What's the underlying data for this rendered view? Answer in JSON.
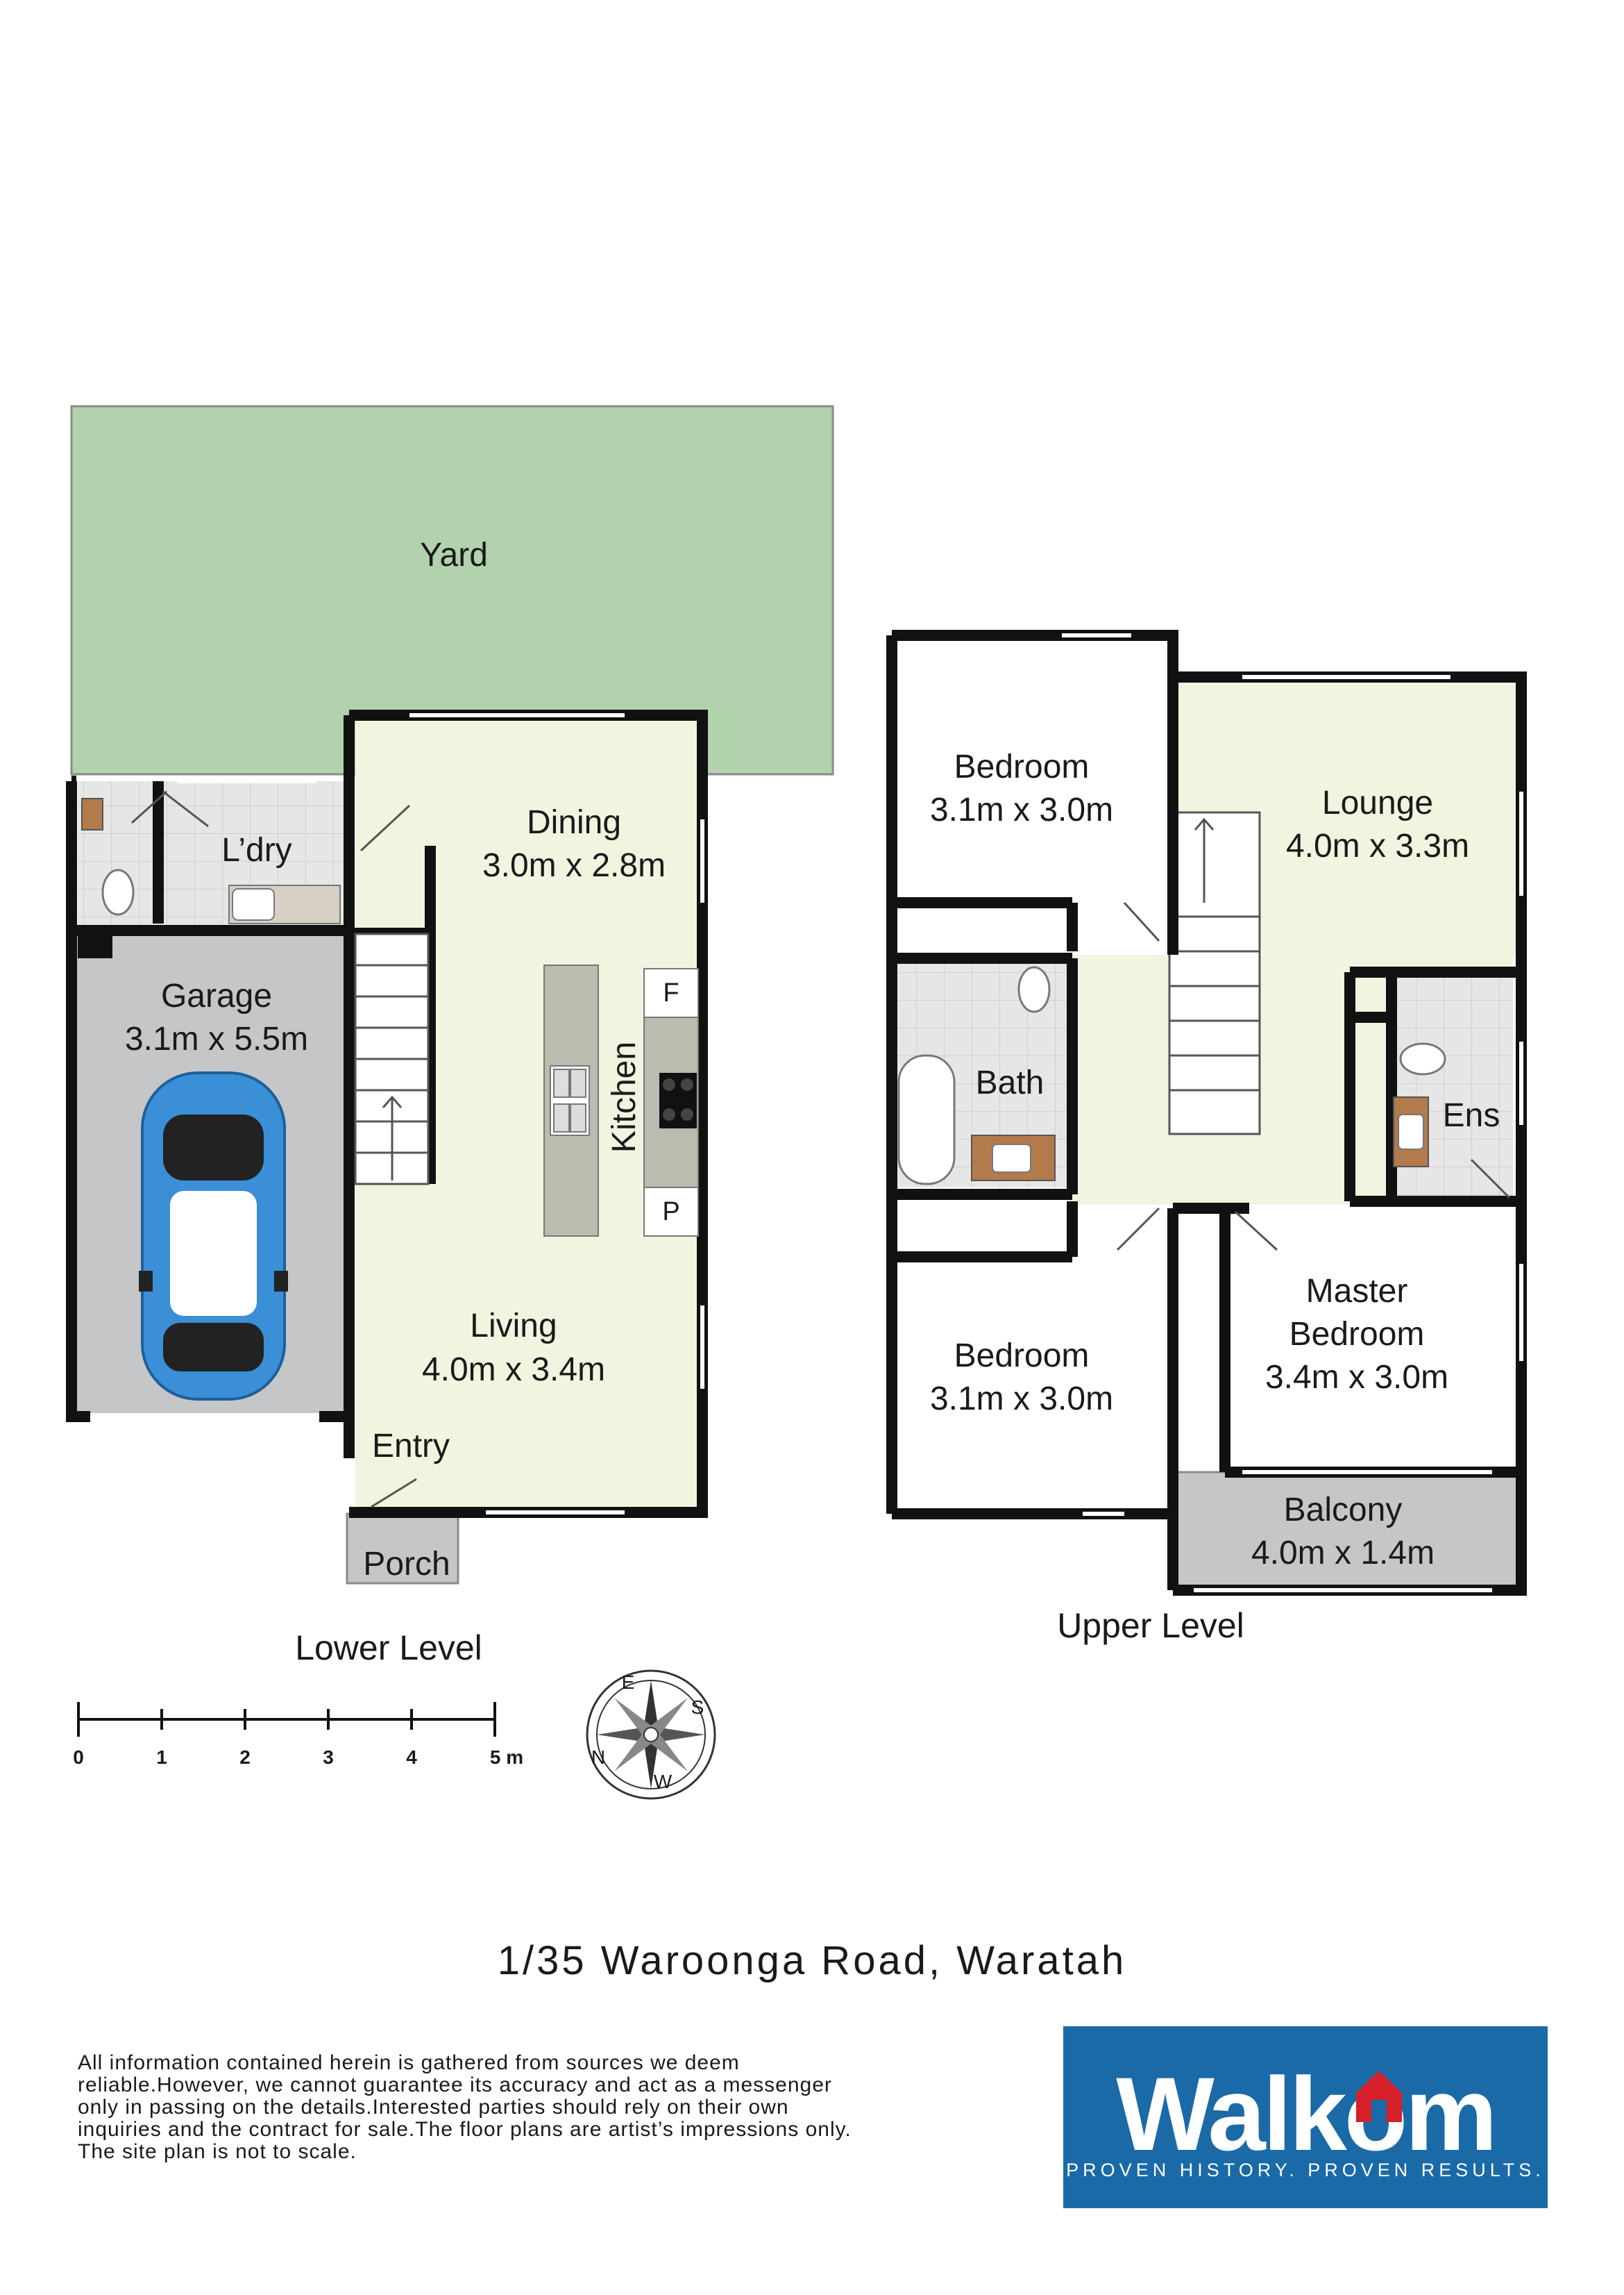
{
  "lower_level": {
    "title": "Lower Level",
    "rooms": {
      "yard": {
        "name": "Yard"
      },
      "laundry": {
        "name": "L’dry"
      },
      "dining": {
        "name": "Dining",
        "size": "3.0m x 2.8m"
      },
      "garage": {
        "name": "Garage",
        "size": "3.1m x 5.5m"
      },
      "kitchen": {
        "name": "Kitchen",
        "fridge": "F",
        "pantry": "P"
      },
      "living": {
        "name": "Living",
        "size": "4.0m x 3.4m"
      },
      "entry": {
        "name": "Entry"
      },
      "porch": {
        "name": "Porch"
      }
    }
  },
  "upper_level": {
    "title": "Upper Level",
    "rooms": {
      "bedroom_top": {
        "name": "Bedroom",
        "size": "3.1m x 3.0m"
      },
      "lounge": {
        "name": "Lounge",
        "size": "4.0m x 3.3m"
      },
      "bath": {
        "name": "Bath"
      },
      "ensuite": {
        "name": "Ens"
      },
      "bedroom_bottom": {
        "name": "Bedroom",
        "size": "3.1m x 3.0m"
      },
      "master": {
        "name_line1": "Master",
        "name_line2": "Bedroom",
        "size": "3.4m x 3.0m"
      },
      "balcony": {
        "name": "Balcony",
        "size": "4.0m x 1.4m"
      }
    }
  },
  "scale_bar": {
    "ticks": [
      "0",
      "1",
      "2",
      "3",
      "4",
      "5 m"
    ]
  },
  "compass": {
    "letters": {
      "e": "E",
      "s": "S",
      "w": "W",
      "n": "N"
    }
  },
  "address": "1/35 Waroonga Road, Waratah",
  "disclaimer": "All information contained herein is gathered from sources we deem reliable.However, we cannot guarantee its accuracy and act as a messenger only in passing on the details.Interested parties should rely on their own inquiries and the contract for sale.The floor plans are artist’s impressions only. The site plan is not to scale.",
  "brand": {
    "name": "Walkom",
    "tagline": "PROVEN HISTORY. PROVEN RESULTS.",
    "color": "#1b6aa8",
    "accent": "#d6202a"
  },
  "colors": {
    "yard": "#b2d1ad",
    "interior": "#f1f4df",
    "garage": "#c5c6c8",
    "tile": "#e3e3e3",
    "wall": "#111111",
    "car": "#3a8fd6"
  }
}
